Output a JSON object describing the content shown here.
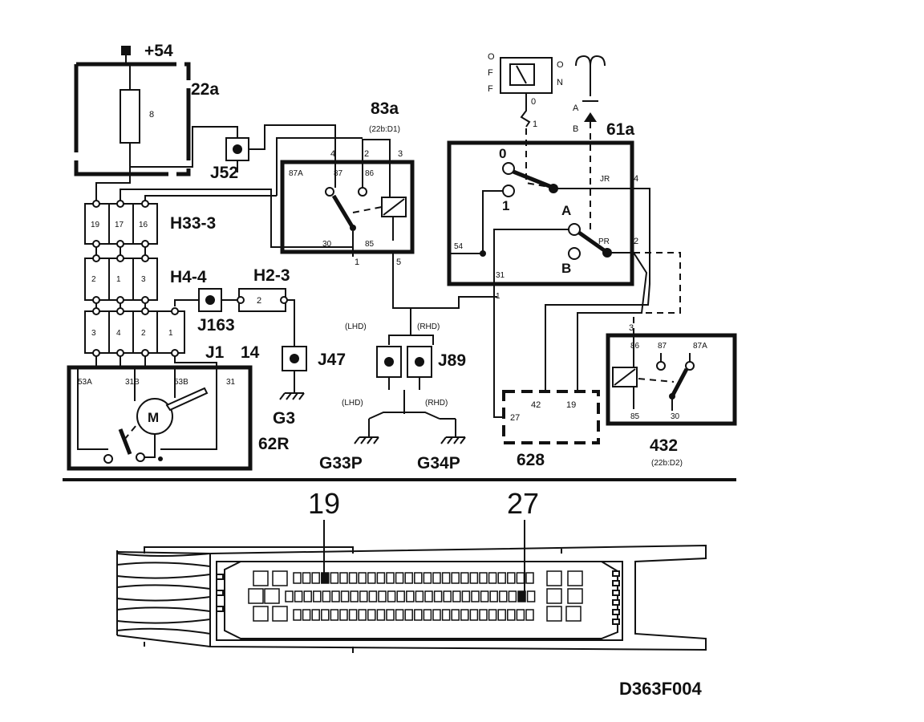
{
  "figure_id": "D363F004",
  "supply": {
    "label": "+54"
  },
  "fuse_box": {
    "label": "22a",
    "fuse_number": "8"
  },
  "connectors": {
    "j52": "J52",
    "j163": "J163",
    "j47": "J47",
    "j89": "J89",
    "j1": "J1",
    "j1_pin": "14",
    "h33": "H33-3",
    "h4": "H4-4",
    "h2": "H2-3",
    "h2_pin": "2",
    "h33_pins": [
      "19",
      "17",
      "16"
    ],
    "h4_pins": [
      "2",
      "1",
      "3"
    ],
    "j1_pins": [
      "3",
      "4",
      "2",
      "1"
    ]
  },
  "relay_83a": {
    "label": "83a",
    "ref": "(22b:D1)",
    "terminals": {
      "t87a": "87A",
      "t87": "87",
      "t86": "86",
      "t30": "30",
      "t85": "85"
    },
    "pins": {
      "p4": "4",
      "p2": "2",
      "p3": "3",
      "p1": "1",
      "p5": "5"
    }
  },
  "switch_61a": {
    "label": "61a",
    "pos0": "0",
    "pos1": "1",
    "posA": "A",
    "posB": "B",
    "jr": "JR",
    "pr": "PR",
    "t54": "54",
    "t31": "31",
    "pin4": "4",
    "pin2": "2",
    "pin1": "1",
    "top_switch": {
      "off": [
        "O",
        "F",
        "F"
      ],
      "on": [
        "O",
        "N"
      ],
      "p0": "0",
      "p1": "1"
    },
    "antenna": {
      "a": "A",
      "b": "B"
    }
  },
  "motor": {
    "label": "M",
    "terminals": [
      "53A",
      "31B",
      "53B",
      "31"
    ]
  },
  "grounds": {
    "g3": "G3",
    "g62r": "62R",
    "g33p": "G33P",
    "g34p": "G34P"
  },
  "hand_drive": {
    "lhd": "(LHD)",
    "rhd": "(RHD)"
  },
  "control_unit_628": {
    "label": "628",
    "pins": {
      "p42": "42",
      "p19": "19",
      "p27": "27"
    }
  },
  "relay_432": {
    "label": "432",
    "ref": "(22b:D2)",
    "terminals": {
      "t86": "86",
      "t87": "87",
      "t87a": "87A",
      "t85": "85",
      "t30": "30"
    },
    "pin3": "3"
  },
  "ecu_connector": {
    "callout_left": "19",
    "callout_right": "27"
  }
}
